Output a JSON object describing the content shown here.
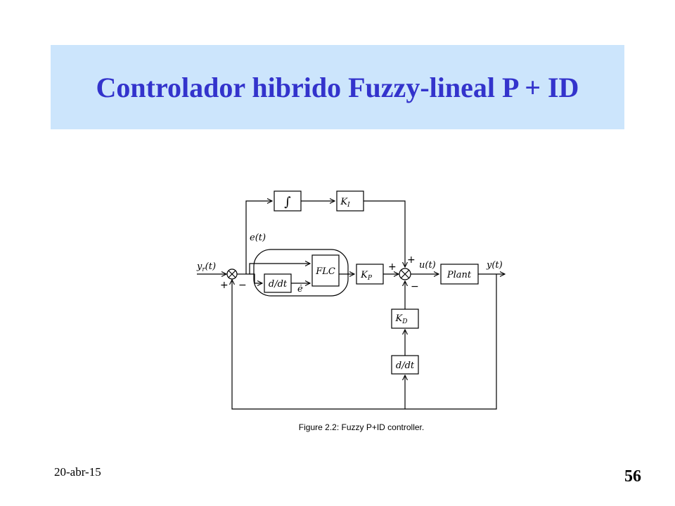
{
  "slide": {
    "title": "Controlador hibrido Fuzzy-lineal P + ID",
    "date": "20-abr-15",
    "page_number": "56"
  },
  "diagram": {
    "blocks": {
      "integrator": "∫",
      "ki": "K",
      "ki_sub": "I",
      "flc": "FLC",
      "kp": "K",
      "kp_sub": "P",
      "ddt_inner": "d/dt",
      "kd": "K",
      "kd_sub": "D",
      "ddt_lower": "d/dt",
      "plant": "Plant"
    },
    "signals": {
      "yr": "y",
      "yr_sub": "r",
      "yr_arg": "(t)",
      "e": "e(t)",
      "e_dot": "ė",
      "u": "u(t)",
      "y": "y(t)"
    },
    "signs": {
      "sum1_plus": "+",
      "sum1_minus": "−",
      "sum2_top_plus": "+",
      "sum2_left_plus": "+",
      "sum2_minus": "−"
    },
    "caption": "Figure 2.2:  Fuzzy P+ID controller."
  }
}
